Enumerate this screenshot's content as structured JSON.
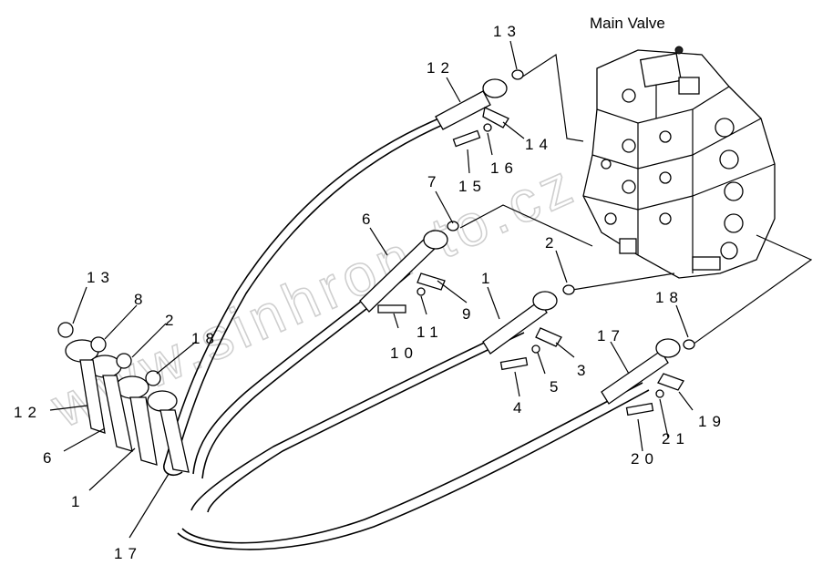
{
  "diagram": {
    "title": "Main Valve",
    "watermark": "www.sinhron-to.cz",
    "callouts": [
      "13",
      "12",
      "14",
      "16",
      "15",
      "7",
      "6",
      "11",
      "10",
      "9",
      "1",
      "2",
      "3",
      "5",
      "4",
      "18",
      "17",
      "19",
      "21",
      "20",
      "13",
      "8",
      "2",
      "18",
      "12",
      "6",
      "1",
      "17"
    ]
  }
}
